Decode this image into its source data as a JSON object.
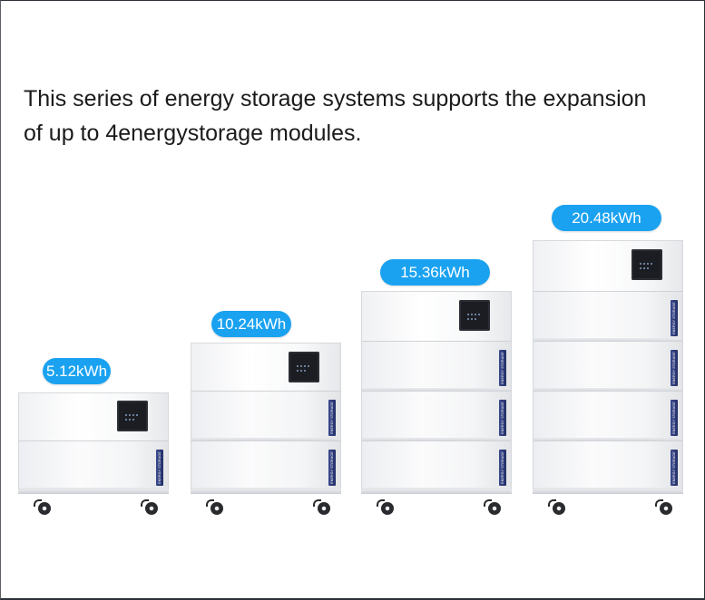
{
  "headline": "This series of energy storage systems supports the expansion of up to 4energystorage modules.",
  "accent_color": "#1aa2f0",
  "systems": [
    {
      "capacity": "5.12kWh",
      "modules": 1
    },
    {
      "capacity": "10.24kWh",
      "modules": 2
    },
    {
      "capacity": "15.36kWh",
      "modules": 3
    },
    {
      "capacity": "20.48kWh",
      "modules": 4
    }
  ],
  "module_label": "ENERGY STORAGE"
}
